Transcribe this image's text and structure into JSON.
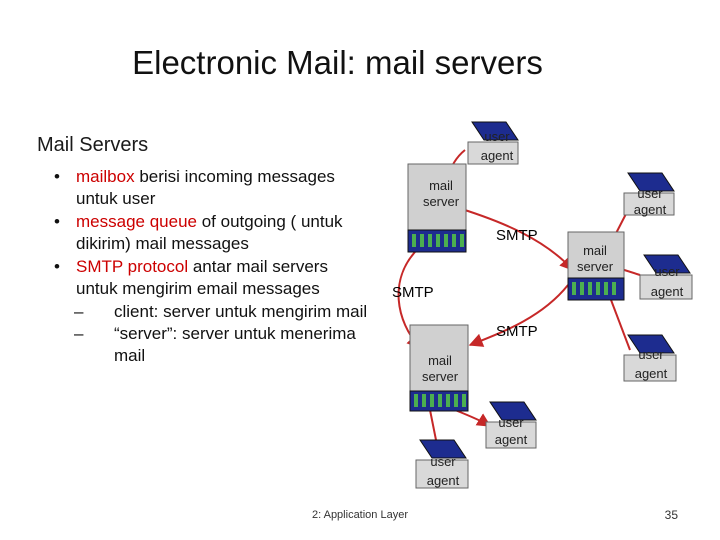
{
  "title": "Electronic Mail: mail servers",
  "subtitle": "Mail Servers",
  "bullets": [
    {
      "parts": [
        {
          "t": "mailbox",
          "red": true
        },
        {
          "t": " berisi incoming messages untuk user",
          "red": false
        }
      ]
    },
    {
      "parts": [
        {
          "t": "message queue",
          "red": true
        },
        {
          "t": " of outgoing ( untuk dikirim) mail messages",
          "red": false
        }
      ]
    },
    {
      "parts": [
        {
          "t": "SMTP protocol",
          "red": true
        },
        {
          "t": " antar mail servers untuk mengirim email messages",
          "red": false
        }
      ]
    }
  ],
  "subbullets": [
    "client: server untuk mengirim mail",
    "“server”: server untuk menerima mail"
  ],
  "diagram": {
    "user_agent_line1": "user",
    "user_agent_line2": "agent",
    "mail_server_line1": "mail",
    "mail_server_line2": "server",
    "smtp_label": "SMTP"
  },
  "footer": "2: Application Layer",
  "page_number": "35",
  "colors": {
    "accent_red": "#cc0000",
    "server_green": "#2e7d32",
    "server_blue": "#1d2c8f",
    "tower_fill": "#d0d0d0",
    "arrow_red": "#c62828"
  }
}
